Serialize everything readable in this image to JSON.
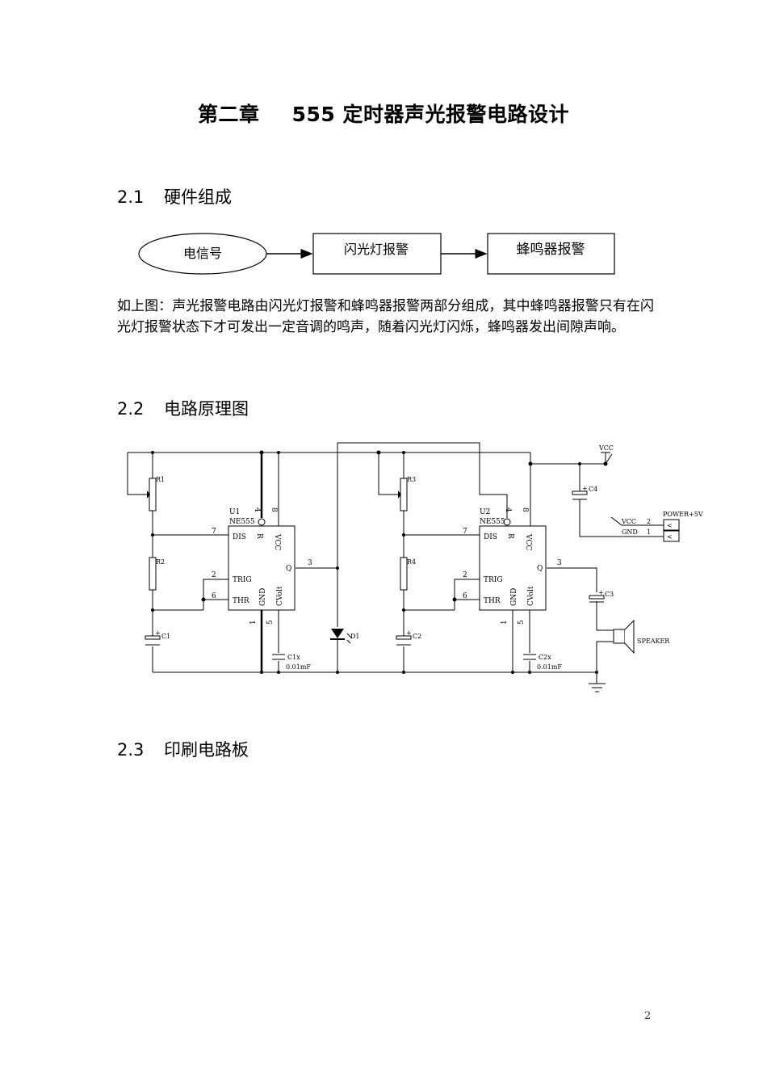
{
  "title": {
    "chapter": "第二章",
    "text": "555 定时器声光报警电路设计"
  },
  "sections": [
    {
      "number": "2.1",
      "title": "硬件组成"
    },
    {
      "number": "2.2",
      "title": "电路原理图"
    },
    {
      "number": "2.3",
      "title": "印刷电路板"
    }
  ],
  "flow": {
    "nodes": [
      {
        "label": "电信号",
        "shape": "ellipse"
      },
      {
        "label": "闪光灯报警",
        "shape": "rect"
      },
      {
        "label": "蜂鸣器报警",
        "shape": "rect"
      }
    ]
  },
  "paragraph": "如上图：声光报警电路由闪光灯报警和蜂鸣器报警两部分组成，其中蜂鸣器报警只有在闪光灯报警状态下才可发出一定音调的鸣声，随着闪光灯闪烁，蜂鸣器发出间隙声响。",
  "schematic": {
    "u1": {
      "ref": "U1",
      "part": "NE555"
    },
    "u2": {
      "ref": "U2",
      "part": "NE555"
    },
    "pins": {
      "dis": "DIS",
      "r": "R",
      "vcc": "VCC",
      "q": "Q",
      "trig": "TRIG",
      "thr": "THR",
      "gnd": "GND",
      "cvolt": "CVolt",
      "p1": "1",
      "p2": "2",
      "p3": "3",
      "p4": "4",
      "p5": "5",
      "p6": "6",
      "p7": "7",
      "p8": "8"
    },
    "components": {
      "r1": "R1",
      "r2": "R2",
      "r3": "R3",
      "r4": "R4",
      "c1": "C1",
      "c2": "C2",
      "c3": "C3",
      "c4": "C4",
      "c1x": "C1x",
      "c1x_val": "0.01mF",
      "c2x": "C2x",
      "c2x_val": "0.01mF",
      "d1": "D1",
      "speaker": "SPEAKER",
      "vcc_label": "VCC",
      "power": "POWER+5V",
      "power_vcc": "VCC",
      "power_gnd": "GND",
      "power_pin2": "2",
      "power_pin1": "1"
    }
  },
  "page_number": "2"
}
